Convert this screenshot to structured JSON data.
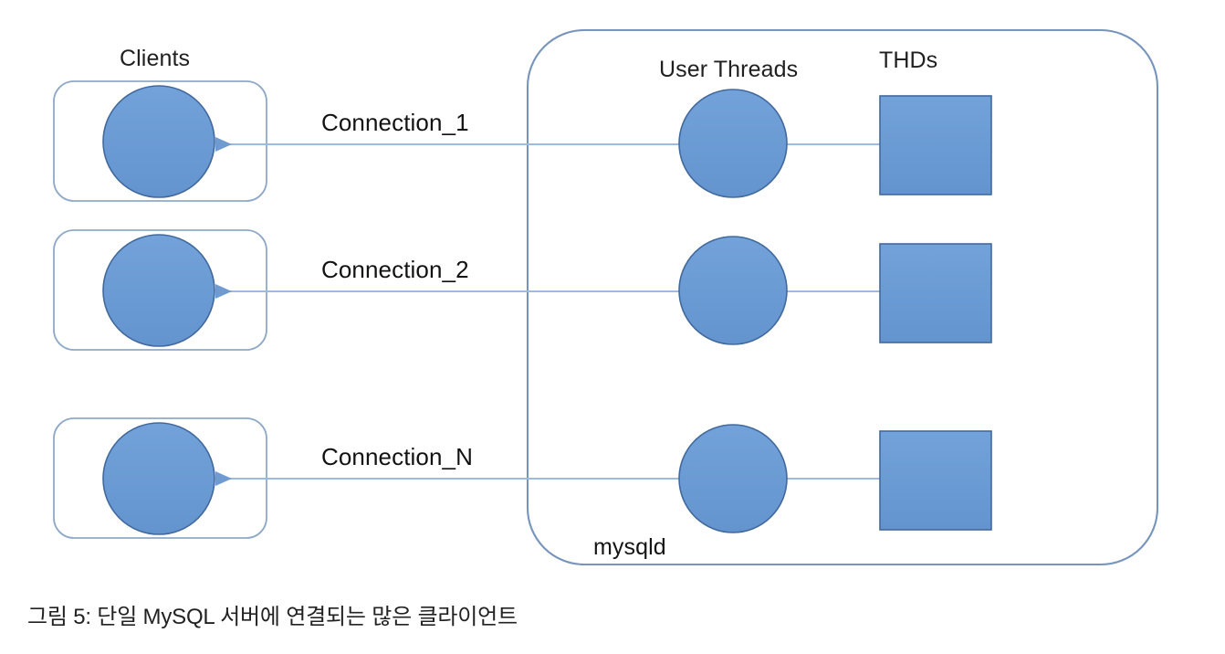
{
  "figure": {
    "caption": "그림 5: 단일 MySQL 서버에 연결되는 많은 클라이언트",
    "caption_number": "그림 5",
    "background": "#ffffff"
  },
  "colors": {
    "shape_fill": "#6A9BD8",
    "shape_stroke": "#41699E",
    "container_stroke": "#7795BC",
    "client_box_stroke": "#8EA9C8",
    "connector": "#9DBBE0",
    "text": "#151515"
  },
  "labels": {
    "clients": "Clients",
    "user_threads": "User Threads",
    "thds": "THDs",
    "mysqld": "mysqld"
  },
  "clients": [
    {
      "id": "client-1",
      "shape": "circle"
    },
    {
      "id": "client-2",
      "shape": "circle"
    },
    {
      "id": "client-3",
      "shape": "circle"
    }
  ],
  "user_threads": [
    {
      "id": "user-thread-1",
      "shape": "circle"
    },
    {
      "id": "user-thread-2",
      "shape": "circle"
    },
    {
      "id": "user-thread-3",
      "shape": "circle"
    }
  ],
  "thds": [
    {
      "id": "thd-1",
      "shape": "square"
    },
    {
      "id": "thd-2",
      "shape": "square"
    },
    {
      "id": "thd-3",
      "shape": "square"
    }
  ],
  "connections": [
    {
      "id": "connection-1",
      "label": "Connection_1",
      "from": "user-thread-1",
      "to": "client-1",
      "arrows": "both"
    },
    {
      "id": "connection-2",
      "label": "Connection_2",
      "from": "user-thread-2",
      "to": "client-2",
      "arrows": "both"
    },
    {
      "id": "connection-3",
      "label": "Connection_N",
      "from": "user-thread-3",
      "to": "client-3",
      "arrows": "both"
    }
  ],
  "thread_links": [
    {
      "id": "thread-thd-link-1",
      "from": "user-thread-1",
      "to": "thd-1"
    },
    {
      "id": "thread-thd-link-2",
      "from": "user-thread-2",
      "to": "thd-2"
    },
    {
      "id": "thread-thd-link-3",
      "from": "user-thread-3",
      "to": "thd-3"
    }
  ],
  "server_container": {
    "id": "mysqld-container",
    "label": "mysqld"
  }
}
